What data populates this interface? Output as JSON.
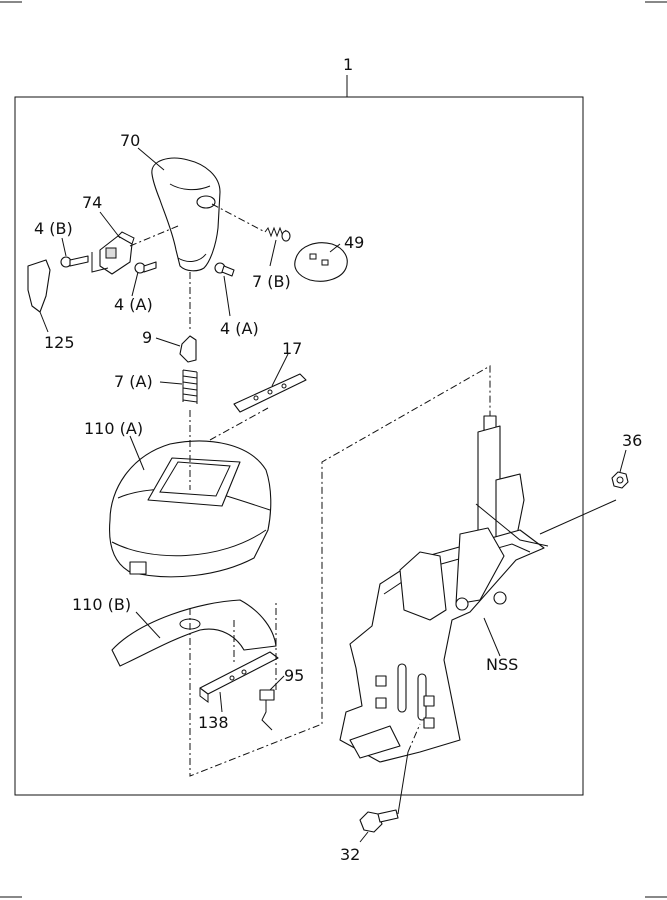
{
  "callouts": {
    "c1": "1",
    "c70": "70",
    "c74": "74",
    "c4b": "4 (B)",
    "c49": "49",
    "c7b": "7 (B)",
    "c4a_left": "4 (A)",
    "c4a_right": "4 (A)",
    "c125": "125",
    "c9": "9",
    "c17": "17",
    "c7a": "7 (A)",
    "c110a": "110 (A)",
    "c36": "36",
    "c110b": "110 (B)",
    "c95": "95",
    "c138": "138",
    "cnss": "NSS",
    "c32": "32"
  }
}
